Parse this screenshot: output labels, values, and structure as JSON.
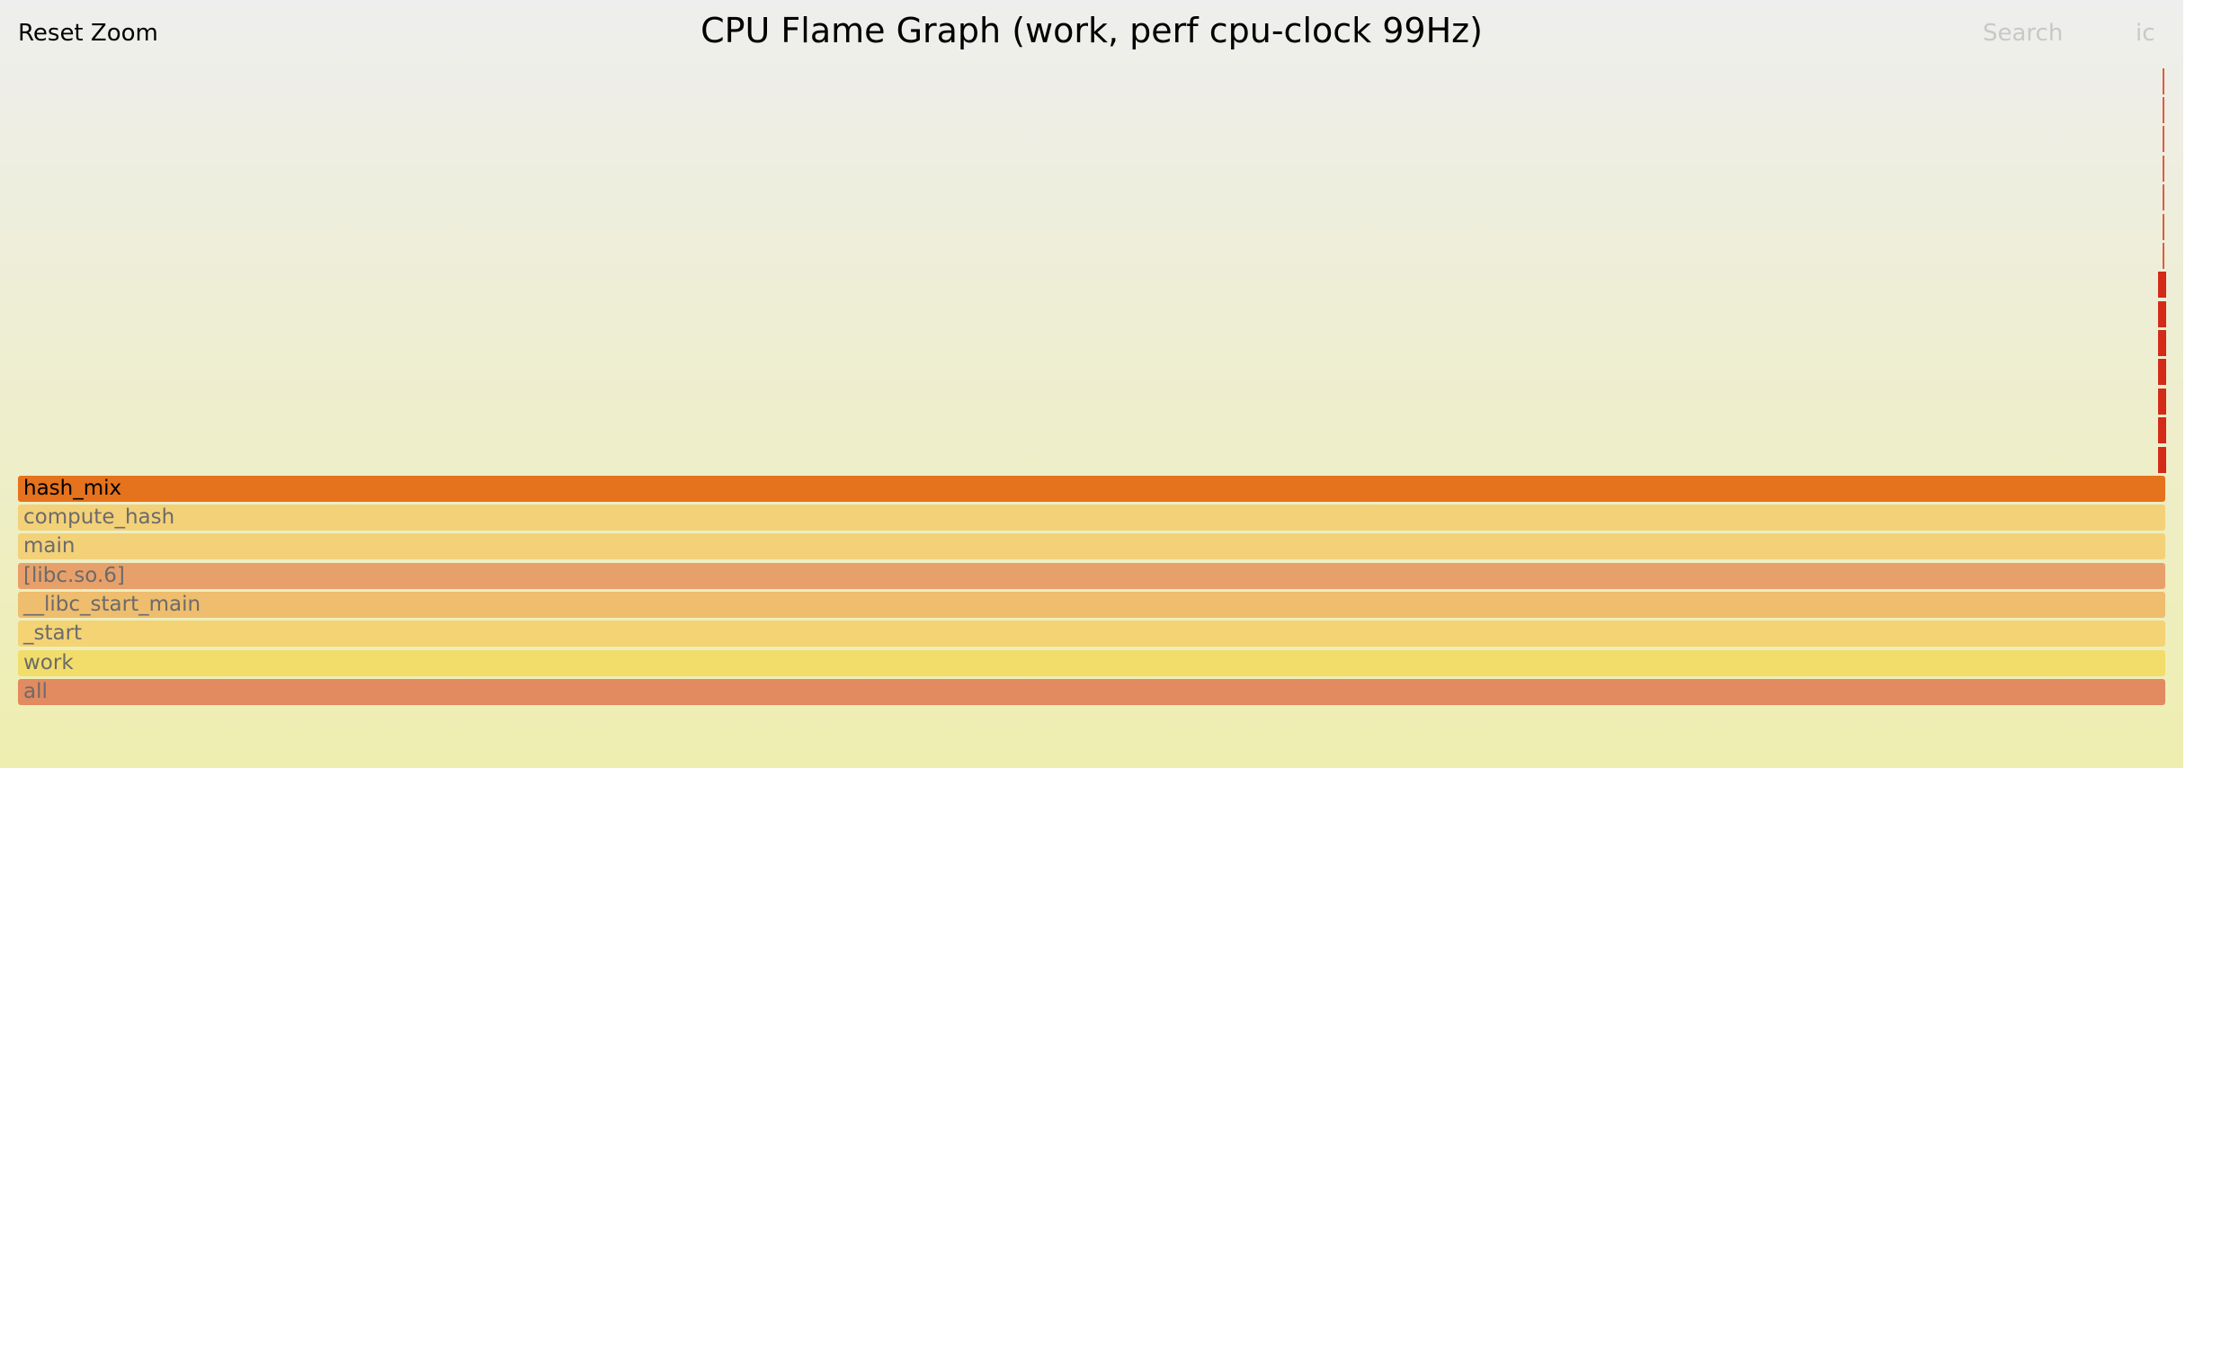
{
  "toolbar": {
    "reset_zoom": "Reset Zoom",
    "title": "CPU Flame Graph (work, perf cpu-clock 99Hz)",
    "search": "Search",
    "ic": "ic"
  },
  "frames": [
    {
      "name": "hash_mix",
      "color": "#e5721c",
      "text_color": "#000000"
    },
    {
      "name": "compute_hash",
      "color": "#f3d179",
      "text_color": "#6b6b6b"
    },
    {
      "name": "main",
      "color": "#f3d179",
      "text_color": "#6b6b6b"
    },
    {
      "name": "[libc.so.6]",
      "color": "#e8a06a",
      "text_color": "#6b6b6b"
    },
    {
      "name": "__libc_start_main",
      "color": "#eebd6e",
      "text_color": "#6b6b6b"
    },
    {
      "name": "_start",
      "color": "#f3d374",
      "text_color": "#6b6b6b"
    },
    {
      "name": "work",
      "color": "#f2dd6a",
      "text_color": "#6b6b6b"
    },
    {
      "name": "all",
      "color": "#e28a60",
      "text_color": "#6b6b6b"
    }
  ],
  "colors": {
    "tower": "#d42a18",
    "thin": "#e05a42"
  }
}
